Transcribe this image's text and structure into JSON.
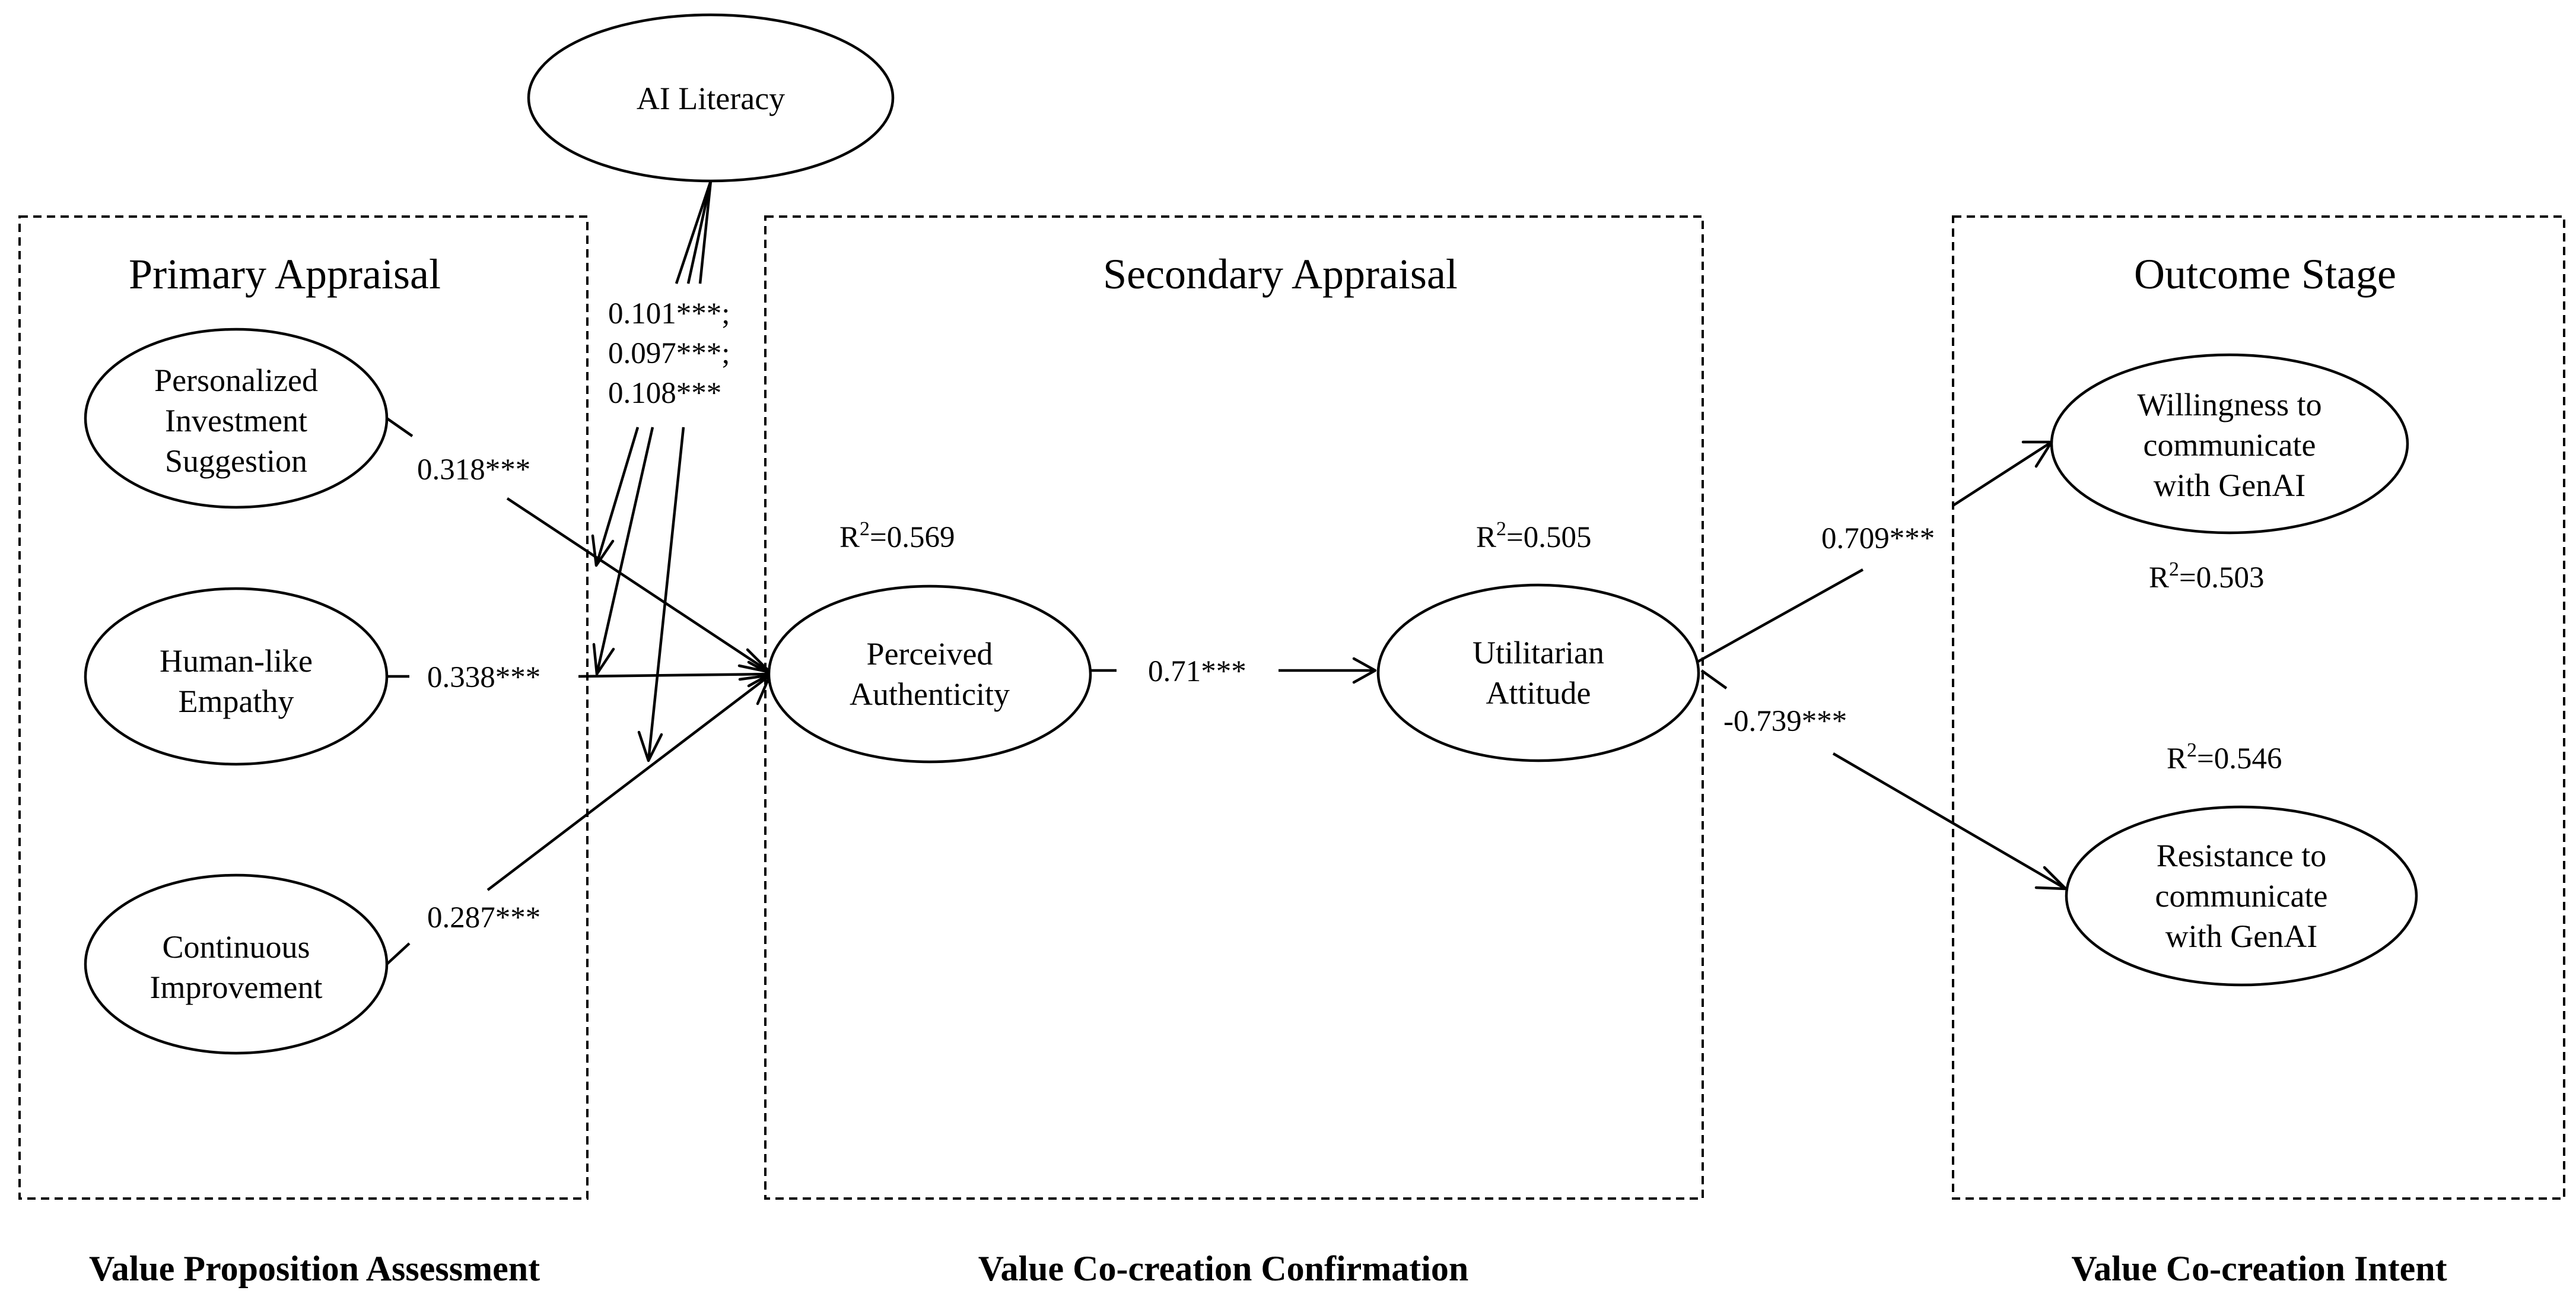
{
  "boxes": {
    "primary": "Primary Appraisal",
    "secondary": "Secondary Appraisal",
    "outcome": "Outcome Stage"
  },
  "stages": {
    "primary": "Value Proposition Assessment",
    "secondary": "Value Co-creation Confirmation",
    "outcome": "Value Co-creation Intent"
  },
  "nodes": {
    "ai_literacy": [
      "AI Literacy"
    ],
    "personalized": [
      "Personalized",
      "Investment",
      "Suggestion"
    ],
    "empathy": [
      "Human-like",
      "Empathy"
    ],
    "improvement": [
      "Continuous",
      "Improvement"
    ],
    "authenticity": [
      "Perceived",
      "Authenticity"
    ],
    "utilitarian": [
      "Utilitarian",
      "Attitude"
    ],
    "willingness": [
      "Willingness to",
      "communicate",
      "with GenAI"
    ],
    "resistance": [
      "Resistance to",
      "communicate",
      "with GenAI"
    ]
  },
  "paths": {
    "moderation": [
      "0.101***;",
      "0.097***;",
      "0.108***"
    ],
    "personalized_authenticity": "0.318***",
    "empathy_authenticity": "0.338***",
    "improvement_authenticity": "0.287***",
    "authenticity_utilitarian": "0.71***",
    "utilitarian_willingness": "0.709***",
    "utilitarian_resistance": "-0.739***"
  },
  "r2": {
    "authenticity": {
      "label": "R",
      "sup": "2",
      "value": "=0.569"
    },
    "utilitarian": {
      "label": "R",
      "sup": "2",
      "value": "=0.505"
    },
    "willingness": {
      "label": "R",
      "sup": "2",
      "value": "=0.503"
    },
    "resistance": {
      "label": "R",
      "sup": "2",
      "value": "=0.546"
    }
  }
}
